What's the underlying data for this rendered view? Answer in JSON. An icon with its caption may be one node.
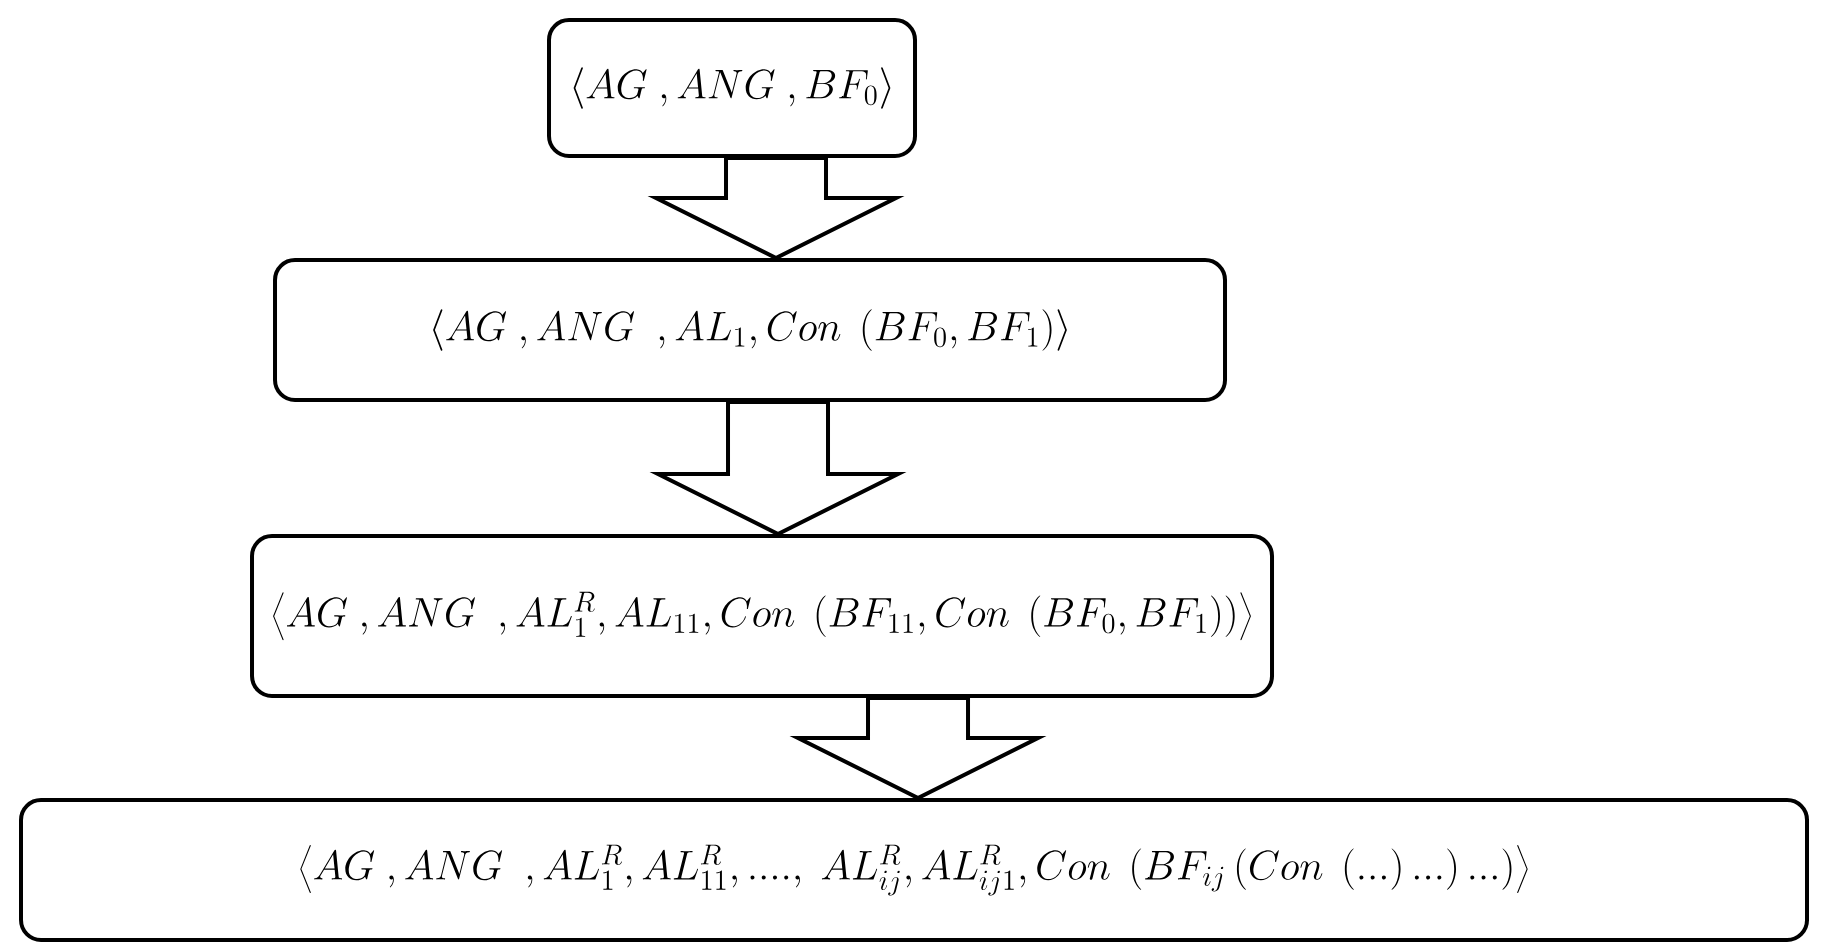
{
  "diagram": {
    "nodes": [
      {
        "text": [
          "\\left\\langle AG\\ , ANG\\ , BF_{0}\\right\\rangle"
        ]
      },
      {
        "text": [
          "\\left\\langle AG\\ , ANG\\ \\ , AL_{1}, Con\\ \\left(BF_{0}, BF_{1}\\right)\\right\\rangle"
        ]
      },
      {
        "text": [
          "\\left\\langle AG\\ , ANG\\ \\ , AL_{1}^{R}, AL_{11}, Con\\ \\left(BF_{11}, Con\\ \\left(BF_{0}, BF_{1}\\right)\\right)\\right\\rangle"
        ]
      },
      {
        "text": [
          "\\left\\langle AG\\ , ANG\\ \\ , AL_{1}^{R}, AL_{11}^{R}, ...., \\ AL_{ij}^{R}, AL_{ij1}^{R}, Con\\ \\left(BF_{ij}\\left(Con\\ \\left(...\\right)...\\right)...\\right)\\right\\rangle"
        ]
      }
    ],
    "edges": [
      {
        "from": 0,
        "to": 1,
        "arrow": "to"
      },
      {
        "from": 1,
        "to": 2,
        "arrow": "to"
      },
      {
        "from": 2,
        "to": 3,
        "arrow": "to"
      }
    ]
  }
}
